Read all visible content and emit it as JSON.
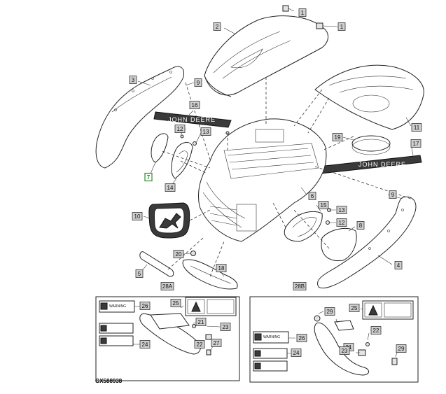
{
  "figure": {
    "id_label": "GX588938",
    "brand_text": "JOHN DEERE",
    "decal_warning_text": "WARNING",
    "callouts": [
      {
        "id": "c1a",
        "label": "1"
      },
      {
        "id": "c1b",
        "label": "1"
      },
      {
        "id": "c2",
        "label": "2"
      },
      {
        "id": "c3",
        "label": "3"
      },
      {
        "id": "c9a",
        "label": "9"
      },
      {
        "id": "c16",
        "label": "16"
      },
      {
        "id": "c12a",
        "label": "12"
      },
      {
        "id": "c13a",
        "label": "13"
      },
      {
        "id": "c7",
        "label": "7"
      },
      {
        "id": "c14",
        "label": "14"
      },
      {
        "id": "c19",
        "label": "19"
      },
      {
        "id": "c11",
        "label": "11"
      },
      {
        "id": "c17",
        "label": "17"
      },
      {
        "id": "c6",
        "label": "6"
      },
      {
        "id": "c9b",
        "label": "9"
      },
      {
        "id": "c10",
        "label": "10"
      },
      {
        "id": "c15",
        "label": "15"
      },
      {
        "id": "c13b",
        "label": "13"
      },
      {
        "id": "c12b",
        "label": "12"
      },
      {
        "id": "c8",
        "label": "8"
      },
      {
        "id": "c20",
        "label": "20"
      },
      {
        "id": "c5",
        "label": "5"
      },
      {
        "id": "c18",
        "label": "18"
      },
      {
        "id": "c4",
        "label": "4"
      },
      {
        "id": "c28a",
        "label": "28A"
      },
      {
        "id": "c28b",
        "label": "28B"
      },
      {
        "id": "c26a",
        "label": "26"
      },
      {
        "id": "c25a",
        "label": "25"
      },
      {
        "id": "c21a",
        "label": "21"
      },
      {
        "id": "c23a",
        "label": "23"
      },
      {
        "id": "c24a",
        "label": "24"
      },
      {
        "id": "c22a",
        "label": "22"
      },
      {
        "id": "c27",
        "label": "27"
      },
      {
        "id": "c29a",
        "label": "29"
      },
      {
        "id": "c25b",
        "label": "25"
      },
      {
        "id": "c26b",
        "label": "26"
      },
      {
        "id": "c22b",
        "label": "22"
      },
      {
        "id": "c24b",
        "label": "24"
      },
      {
        "id": "c21b",
        "label": "21"
      },
      {
        "id": "c23b",
        "label": "23"
      },
      {
        "id": "c29b",
        "label": "29"
      }
    ]
  }
}
